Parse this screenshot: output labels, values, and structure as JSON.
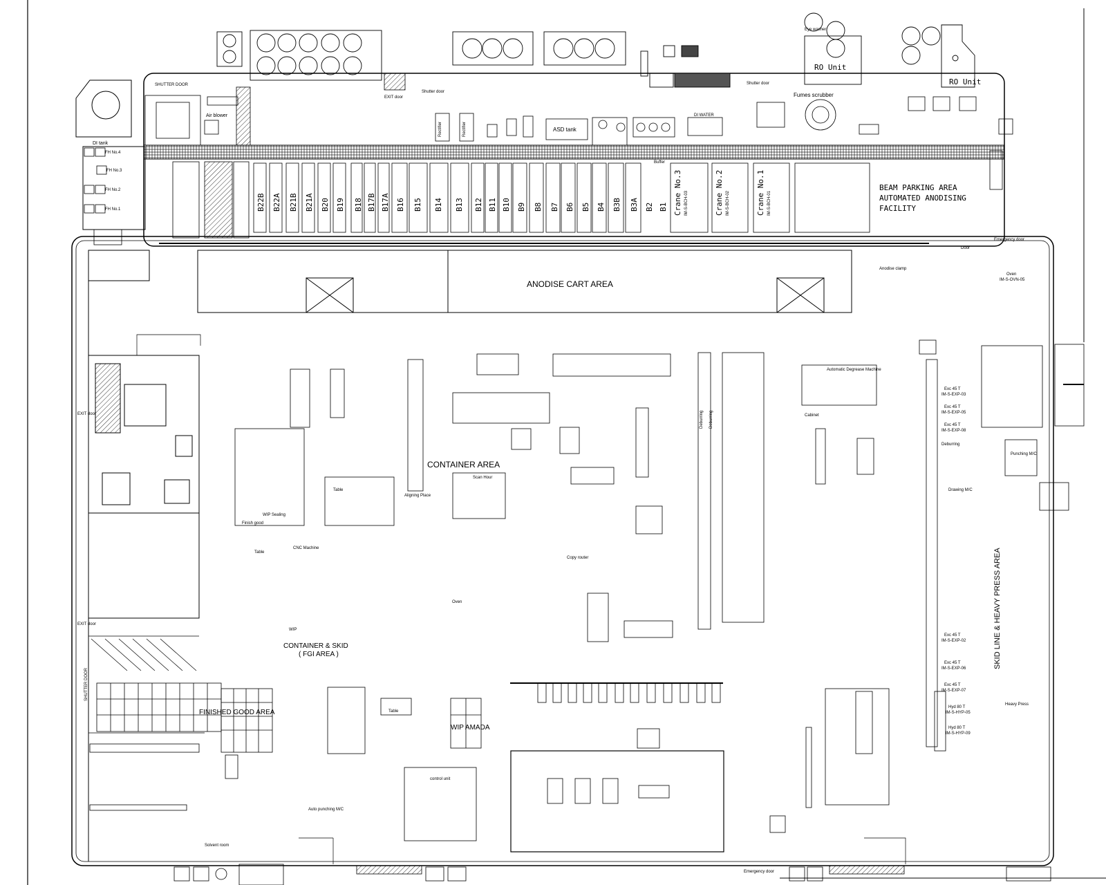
{
  "zones": {
    "anodise_cart_area": "ANODISE CART AREA",
    "beam_parking": "BEAM PARKING AREA",
    "automated_anodising": "AUTOMATED ANODISING",
    "facility": "FACILITY",
    "container_area": "CONTAINER AREA",
    "container_skid": "CONTAINER & SKID",
    "fgi_area": "( FGI AREA )",
    "finished_good_area": "FINISHED GOOD AREA",
    "wip_amada": "WIP AMADA",
    "skid_line": "SKID LINE & HEAVY PRESS AREA"
  },
  "equipment": {
    "di_tank": "DI tank",
    "ro_unit_1": "RO Unit",
    "ro_unit_2": "RO Unit",
    "eye_washer": "Eye washer",
    "fumes_scrubber": "Fumes scrubber",
    "shutter_door": "SHUTTER DOOR",
    "shutter_door_2": "Shutter door",
    "shutter_door_3": "Shutter door",
    "exit_door_top": "EXIT door",
    "air_blower": "Air blower",
    "rectifier_1": "Rectifier",
    "rectifier_2": "Rectifier",
    "asd_tank": "ASD tank",
    "di_water": "DI WATER",
    "crane_3": "Crane No.3",
    "crane_2": "Crane No.2",
    "crane_1": "Crane No.1",
    "crane_3_id": "IM-S-BCH-03",
    "crane_2_id": "IM-S-BCH-02",
    "crane_1_id": "IM-S-BCH-01",
    "buffer": "Buffer",
    "emergency_door": "Emergency door",
    "door": "Door",
    "anodise_clamp": "Anodise clamp",
    "oven": "Oven",
    "oven_id": "IM-S-OVN-05",
    "exit_door_left": "EXIT door",
    "exit_door_left2": "EXIT door",
    "shutter_door_left": "SHUTTER DOOR",
    "automatic_degrease": "Automatic Degrease Machine",
    "cabinet": "Cabinet",
    "control_unit": "control unit",
    "auto_punching": "Auto punching M/C",
    "solvent_room": "Solvent room",
    "emergency_door_bottom": "Emergency door",
    "copy_router": "Copy router",
    "oven_2": "Oven",
    "wip_sealing": "WIP Sealing",
    "finish_good": "Finish good",
    "deburring_1": "Deburring",
    "deburring_2": "Deburring",
    "deburring_3": "Deburring",
    "table_1": "Table",
    "table_2": "Table",
    "table_3": "Table",
    "drawing_mc": "Drawing M/C",
    "aligning_place": "Aligning Place",
    "punching_mc": "Punching M/C",
    "heavy_press": "Heavy Press",
    "scan_hour": "Scan Hour",
    "cnc_machine": "CNC Machine",
    "wip": "WIP"
  },
  "bays": [
    "B22B",
    "B22A",
    "B21B",
    "B21A",
    "B20",
    "B19",
    "B18",
    "B17B",
    "B17A",
    "B16",
    "B15",
    "B14",
    "B13",
    "B12",
    "B11",
    "B10",
    "B9",
    "B8",
    "B7",
    "B6",
    "B5",
    "B4",
    "B3B",
    "B3A",
    "B2",
    "B1"
  ],
  "fh_labels": [
    "FH No.4",
    "FH No.3",
    "FH No.2",
    "FH No.1"
  ],
  "press_labels": [
    "Exc 45 T",
    "Exc 45 T",
    "Exc 45 T",
    "Exc 45 T",
    "Exc 45 T",
    "Exc 45 T",
    "Hyd 80 T",
    "Hyd 80 T"
  ],
  "press_ids": [
    "IM-S-EXP-03",
    "IM-S-EXP-05",
    "IM-S-EXP-08",
    "IM-S-EXP-02",
    "IM-S-EXP-06",
    "IM-S-EXP-07",
    "IM-S-HYP-05",
    "IM-S-HYP-09"
  ]
}
